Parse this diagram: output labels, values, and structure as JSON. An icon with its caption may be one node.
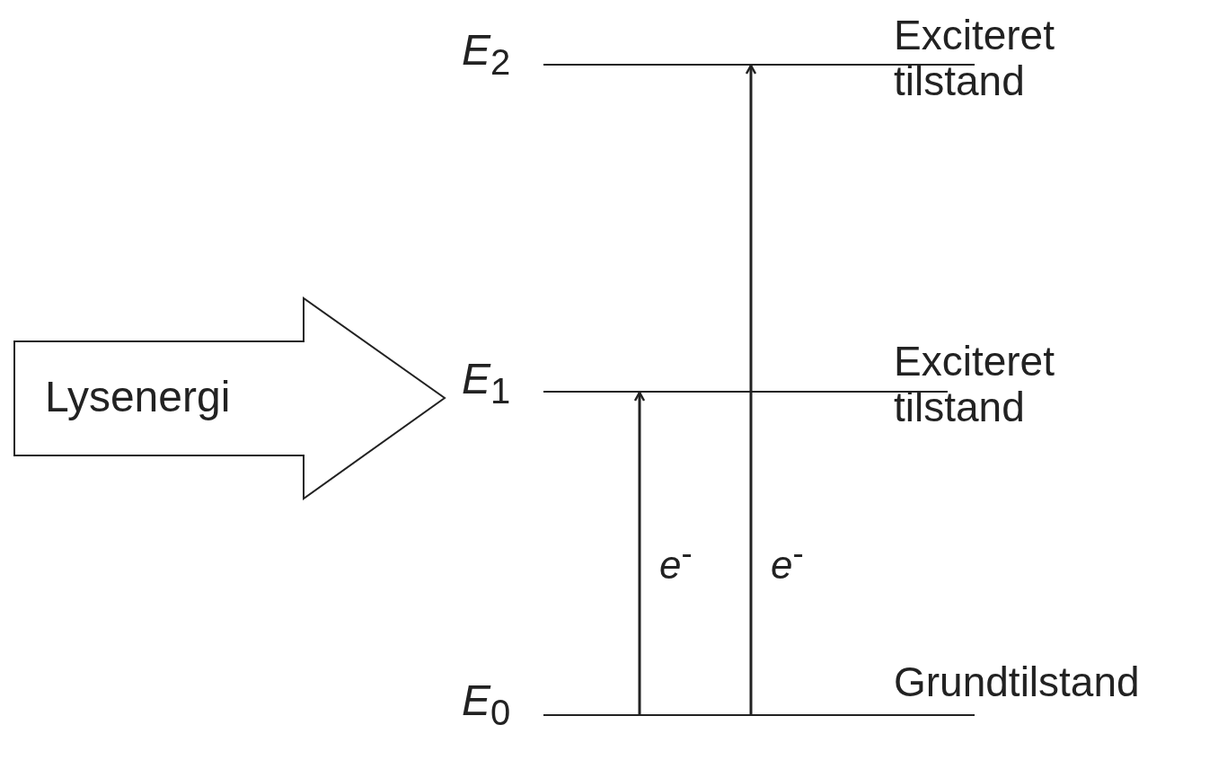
{
  "diagram": {
    "nodes": [
      {
        "text": [],
        "shape": "bar",
        "beside": [
          "*E*$_{2}$",
          "Exciteret tilstand"
        ]
      },
      {
        "text": [
          "Lysenergi"
        ]
      },
      {
        "text": [],
        "shape": "bar",
        "beside": [
          "*E*$_{1}$",
          "Exciteret tilstand"
        ]
      },
      {
        "text": [],
        "shape": "bar",
        "beside": [
          "*E*$_{0}$",
          "Grundtilstand"
        ]
      }
    ],
    "edges": [
      {
        "from": 3,
        "to": 2,
        "arrow": "to",
        "label": "*e*$^{-}$"
      },
      {
        "from": 3,
        "to": 0,
        "arrow": "to",
        "label": "*e*$^{-}$"
      }
    ]
  }
}
